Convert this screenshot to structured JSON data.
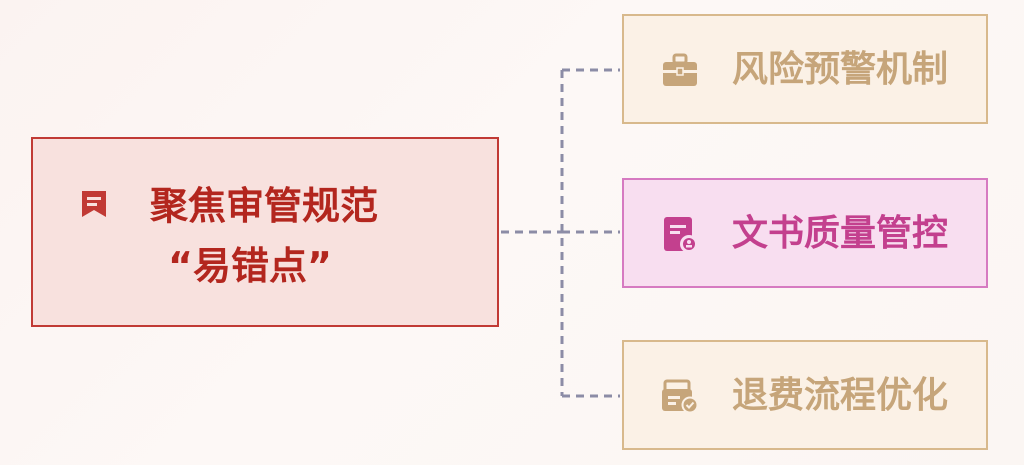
{
  "colors": {
    "main_accent": "#b3261e",
    "main_border": "#c13a35",
    "main_fill": "#f8e1de",
    "branch_gold": "#c6a57a",
    "branch_gold_border": "#d8b98c",
    "branch_pink": "#c3408e",
    "branch_pink_border": "#d67ac1",
    "connector": "#8c8ca6"
  },
  "main": {
    "icon": "bookmark-document-icon",
    "title": "聚焦审管规范",
    "subtitle": "“易错点”"
  },
  "branches": [
    {
      "label": "风险预警机制",
      "icon": "briefcase-icon"
    },
    {
      "label": "文书质量管控",
      "icon": "document-stamp-icon"
    },
    {
      "label": "退费流程优化",
      "icon": "refund-check-icon"
    }
  ]
}
